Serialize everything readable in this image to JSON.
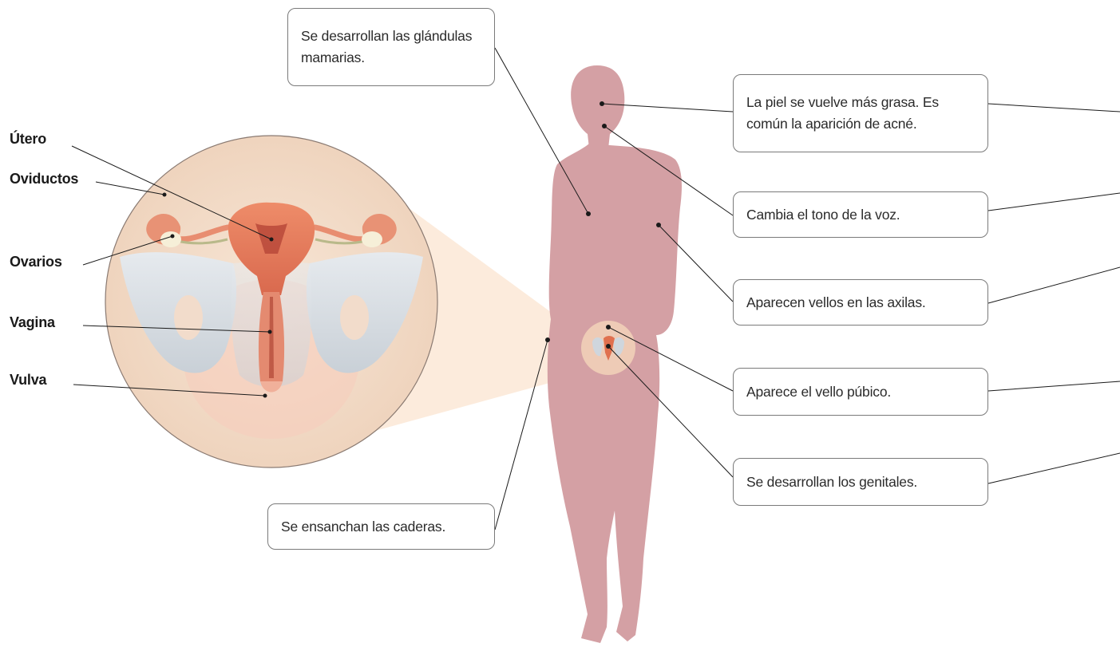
{
  "callouts": {
    "breasts": "Se desarrollan las glándulas mamarias.",
    "skin": "La piel se vuelve más grasa. Es común la aparición de acné.",
    "voice": "Cambia el tono de la voz.",
    "armpit_hair": "Aparecen vellos en las axilas.",
    "pubic_hair": "Aparece el vello púbico.",
    "genitals": "Se desarrollan los genitales.",
    "hips": "Se ensanchan las caderas."
  },
  "organs": {
    "uterus": "Útero",
    "oviducts": "Oviductos",
    "ovaries": "Ovarios",
    "vagina": "Vagina",
    "vulva": "Vulva"
  },
  "colors": {
    "silhouette": "#d4a0a4",
    "inset_background": "#f3ddc9",
    "uterus": "#e67a5a",
    "pelvis": "#d6dce2",
    "leader_line": "#1a1a1a",
    "callout_border": "#7a7a7a"
  }
}
